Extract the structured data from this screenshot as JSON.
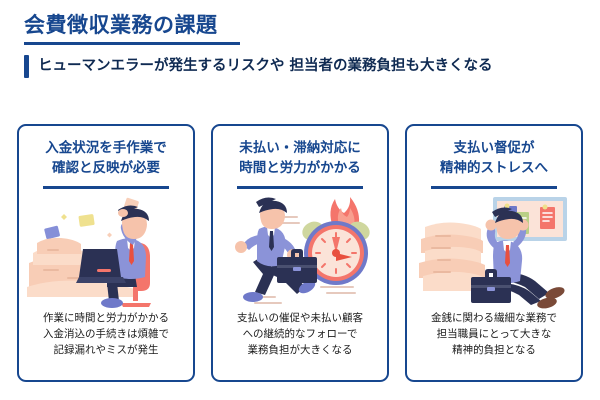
{
  "header": {
    "title": "会費徴収業務の課題",
    "subtitle": "ヒューマンエラーが発生するリスクや\n担当者の業務負担も大きくなる"
  },
  "colors": {
    "brand_blue": "#17478f",
    "text_dark": "#0f2a52",
    "body_text": "#1b1b1b",
    "paper_peach": "#f8cdb6",
    "suit_periwinkle": "#8b93d8",
    "trouser_navy": "#2b3154",
    "accent_coral": "#f4756b",
    "tie_red": "#e8503f",
    "background": "#ffffff"
  },
  "cards": [
    {
      "heading": "入金状況を手作業で\n確認と反映が必要",
      "illustration": "man-at-laptop-with-paper-stacks-icon",
      "caption": "作業に時間と労力がかかる\n入金消込の手続きは煩雑で\n記録漏れやミスが発生"
    },
    {
      "heading": "未払い・滞納対応に\n時間と労力がかかる",
      "illustration": "running-man-with-burning-clock-icon",
      "caption": "支払いの催促や未払い顧客\nへの継続的なフォローで\n業務負担が大きくなる"
    },
    {
      "heading": "支払い督促が\n精神的ストレスへ",
      "illustration": "stressed-man-with-paper-pile-icon",
      "caption": "金銭に関わる繊細な業務で\n担当職員にとって大きな\n精神的負担となる"
    }
  ]
}
